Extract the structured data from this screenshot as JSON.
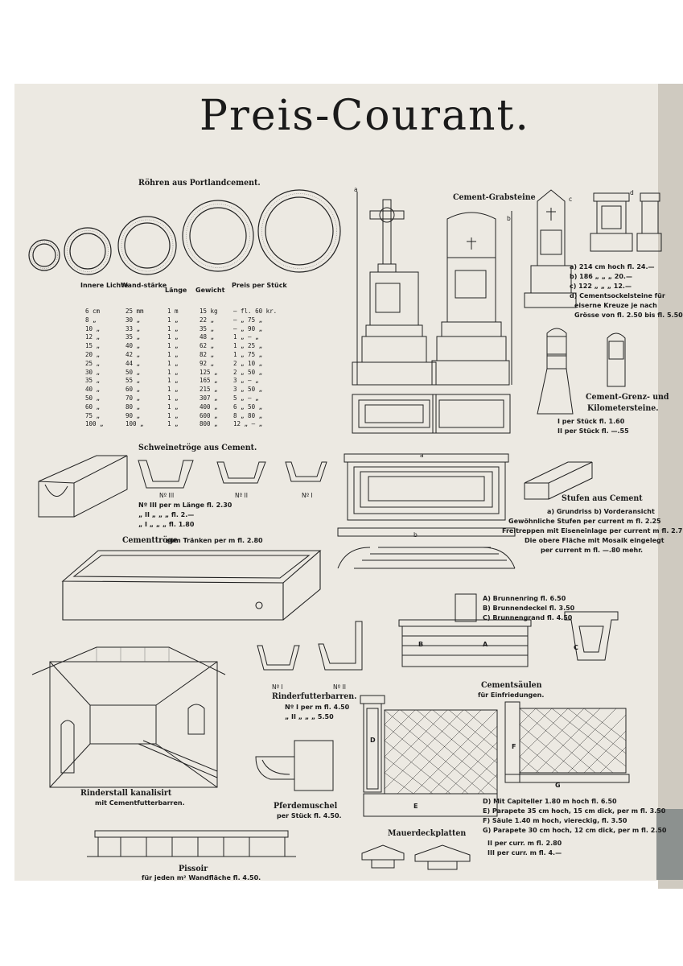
{
  "title": "Preis-Courant.",
  "roehren": {
    "heading": "Röhren aus Portlandcement.",
    "columns": [
      "Innere Lichte",
      "Wand-stärke",
      "Länge",
      "Gewicht",
      "Preis per Stück"
    ],
    "rows": [
      [
        "6 cm",
        "25 mm",
        "1 m",
        "15 kg",
        "— fl. 60 kr."
      ],
      [
        "8 „",
        "30 „",
        "1 „",
        "22 „",
        "— „ 75 „"
      ],
      [
        "10 „",
        "33 „",
        "1 „",
        "35 „",
        "— „ 90 „"
      ],
      [
        "12 „",
        "35 „",
        "1 „",
        "48 „",
        "1 „ — „"
      ],
      [
        "15 „",
        "40 „",
        "1 „",
        "62 „",
        "1 „ 25 „"
      ],
      [
        "20 „",
        "42 „",
        "1 „",
        "82 „",
        "1 „ 75 „"
      ],
      [
        "25 „",
        "44 „",
        "1 „",
        "92 „",
        "2 „ 10 „"
      ],
      [
        "30 „",
        "50 „",
        "1 „",
        "125 „",
        "2 „ 50 „"
      ],
      [
        "35 „",
        "55 „",
        "1 „",
        "165 „",
        "3 „ — „"
      ],
      [
        "40 „",
        "60 „",
        "1 „",
        "215 „",
        "3 „ 50 „"
      ],
      [
        "50 „",
        "70 „",
        "1 „",
        "307 „",
        "5 „ — „"
      ],
      [
        "60 „",
        "80 „",
        "1 „",
        "400 „",
        "6 „ 50 „"
      ],
      [
        "75 „",
        "90 „",
        "1 „",
        "600 „",
        "8 „ 80 „"
      ],
      [
        "100 „",
        "100 „",
        "1 „",
        "800 „",
        "12 „ — „"
      ]
    ]
  },
  "grabsteine": {
    "heading": "Cement-Grabsteine",
    "price_a": "a) 214 cm hoch fl. 24.—",
    "price_b": "b) 186 „ „ „ 20.—",
    "price_c": "c) 122 „ „ „ 12.—",
    "price_d1": "d) Cementsockelsteine für",
    "price_d2": "eiserne Kreuze je nach",
    "price_d3": "Grösse von fl. 2.50 bis fl. 5.50."
  },
  "grenzsteine": {
    "heading1": "Cement-Grenz- und",
    "heading2": "Kilometersteine.",
    "price1": "I per Stück fl. 1.60",
    "price2": "II per Stück fl. —.55"
  },
  "schweinetroege": {
    "heading": "Schweinetröge aus Cement.",
    "labels": [
      "Nº III",
      "Nº II",
      "Nº I"
    ],
    "price1": "Nº III per m Länge fl. 2.30",
    "price2": "„ II „ „ „ fl. 2.—",
    "price3": "„ I „ „ „ fl. 1.80"
  },
  "stufen": {
    "label_a": "a",
    "label_b": "b",
    "heading": "Stufen aus Cement",
    "sub": "a) Grundriss    b) Vorderansicht",
    "line1": "Gewöhnliche Stufen per current m fl. 2.25",
    "line2": "Freitreppen mit Eiseneinlage per current m fl. 2.75.",
    "line3": "Die obere Fläche mit Mosaik eingelegt",
    "line4": "per current m fl. —.80 mehr."
  },
  "cementtroege": {
    "heading": "Cementtröge",
    "sub": "zum Tränken per m fl. 2.80"
  },
  "brunnen": {
    "line_a": "A) Brunnenring fl. 6.50",
    "line_b": "B) Brunnendeckel fl. 3.50",
    "line_c": "C) Brunnengrand fl. 4.50",
    "label_a": "A",
    "label_b": "B",
    "label_c": "C"
  },
  "rinderfutterbarren": {
    "labels": [
      "Nº I",
      "Nº II"
    ],
    "heading": "Rinderfutterbarren.",
    "price1": "Nº I per m fl. 4.50",
    "price2": "„ II „ „ „ 5.50"
  },
  "rinderstall": {
    "heading": "Rinderstall kanalisirt",
    "sub": "mit Cementfutterbarren."
  },
  "pferdemuschel": {
    "heading": "Pferdemuschel",
    "sub": "per Stück fl. 4.50."
  },
  "cementsaeulen": {
    "heading": "Cementsäulen",
    "sub": "für Einfriedungen.",
    "labels": [
      "D",
      "E",
      "F",
      "G"
    ],
    "line_d": "D) Mit Capiteller 1.80 m hoch fl. 6.50",
    "line_e": "E) Parapete 35 cm hoch, 15 cm dick, per m fl. 3.50",
    "line_f": "F) Säule 1.40 m hoch, viereckig, fl. 3.50",
    "line_g": "G) Parapete 30 cm hoch, 12 cm dick, per m fl. 2.50"
  },
  "mauerdeckplatten": {
    "heading": "Mauerdeckplatten",
    "line1": "II per curr. m fl. 2.80",
    "line2": "III per curr. m fl. 4.—"
  },
  "pissoir": {
    "heading": "Pissoir",
    "sub": "für jeden m² Wandfläche fl. 4.50."
  }
}
